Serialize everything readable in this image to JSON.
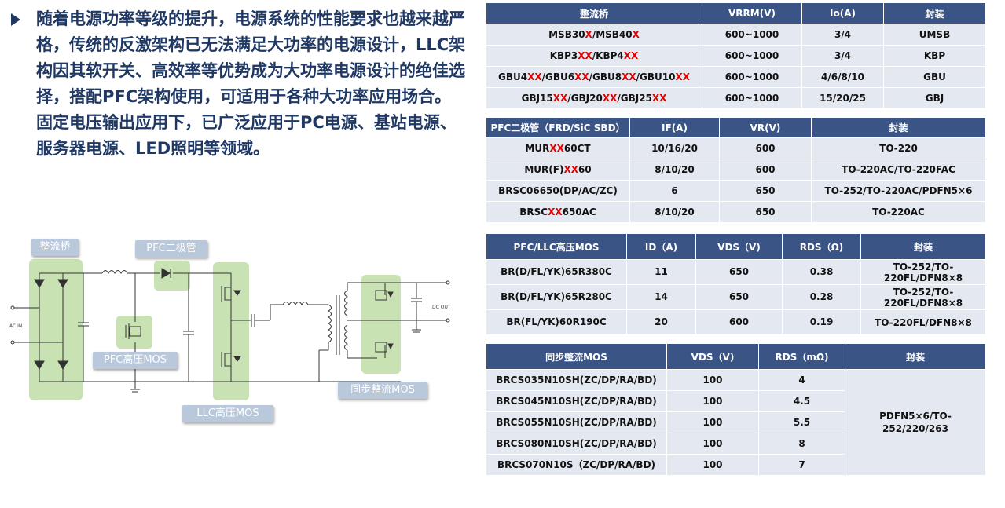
{
  "intro": {
    "bullet_icon": "arrow-right-bullet-icon",
    "paragraph": "随着电源功率等级的提升，电源系统的性能要求也越来越严格，传统的反激架构已无法满足大功率的电源设计，LLC架构因其软开关、高效率等优势成为大功率电源设计的绝佳选择，搭配PFC架构使用，可适用于各种大功率应用场合。固定电压输出应用下，已广泛应用于PC电源、基站电源、服务器电源、LED照明等领域。"
  },
  "diagram": {
    "labels": {
      "bridge": "整流桥",
      "pfc_diode": "PFC二极管",
      "pfc_mos": "PFC高压MOS",
      "llc_mos": "LLC高压MOS",
      "sync_mos": "同步整流MOS",
      "ac_in": "AC IN",
      "dc_out": "DC OUT"
    }
  },
  "colors": {
    "header": "#3a5585",
    "row": "#e4e8f0",
    "highlight": "#e00000",
    "title_text": "#1f3864",
    "block": "#b7d89a"
  },
  "tables": {
    "bridge": {
      "headers": [
        "整流桥",
        "VRRM(V)",
        "Io(A)",
        "封装"
      ],
      "rows": [
        {
          "part": [
            {
              "t": "MSB30"
            },
            {
              "t": "X",
              "hl": true
            },
            {
              "t": "/MSB40"
            },
            {
              "t": "X",
              "hl": true
            }
          ],
          "vrrm": "600~1000",
          "io": "3/4",
          "pkg": "UMSB"
        },
        {
          "part": [
            {
              "t": "KBP3"
            },
            {
              "t": "XX",
              "hl": true
            },
            {
              "t": "/KBP4"
            },
            {
              "t": "XX",
              "hl": true
            }
          ],
          "vrrm": "600~1000",
          "io": "3/4",
          "pkg": "KBP"
        },
        {
          "part": [
            {
              "t": "GBU4"
            },
            {
              "t": "XX",
              "hl": true
            },
            {
              "t": "/GBU6"
            },
            {
              "t": "XX",
              "hl": true
            },
            {
              "t": "/GBU8"
            },
            {
              "t": "XX",
              "hl": true
            },
            {
              "t": "/GBU10"
            },
            {
              "t": "XX",
              "hl": true
            }
          ],
          "vrrm": "600~1000",
          "io": "4/6/8/10",
          "pkg": "GBU"
        },
        {
          "part": [
            {
              "t": "GBJ15"
            },
            {
              "t": "XX",
              "hl": true
            },
            {
              "t": "/GBJ20"
            },
            {
              "t": "XX",
              "hl": true
            },
            {
              "t": "/GBJ25"
            },
            {
              "t": "XX",
              "hl": true
            }
          ],
          "vrrm": "600~1000",
          "io": "15/20/25",
          "pkg": "GBJ"
        }
      ]
    },
    "pfc_diode": {
      "headers": [
        "PFC二极管（FRD/SiC SBD）",
        "IF(A)",
        "VR(V)",
        "封装"
      ],
      "rows": [
        {
          "part": [
            {
              "t": "MUR"
            },
            {
              "t": "XX",
              "hl": true
            },
            {
              "t": "60CT"
            }
          ],
          "if": "10/16/20",
          "vr": "600",
          "pkg": "TO-220"
        },
        {
          "part": [
            {
              "t": "MUR(F)"
            },
            {
              "t": "XX",
              "hl": true
            },
            {
              "t": "60"
            }
          ],
          "if": "8/10/20",
          "vr": "600",
          "pkg": "TO-220AC/TO-220FAC"
        },
        {
          "part": [
            {
              "t": "BRSC06650(DP/AC/ZC)"
            }
          ],
          "if": "6",
          "vr": "650",
          "pkg": "TO-252/TO-220AC/PDFN5×6"
        },
        {
          "part": [
            {
              "t": "BRSC"
            },
            {
              "t": "XX",
              "hl": true
            },
            {
              "t": "650AC"
            }
          ],
          "if": "8/10/20",
          "vr": "650",
          "pkg": "TO-220AC"
        }
      ]
    },
    "llc_mos": {
      "headers": [
        "PFC/LLC高压MOS",
        "ID（A)",
        "VDS（V)",
        "RDS（Ω)",
        "封装"
      ],
      "rows": [
        {
          "part": "BR(D/FL/YK)65R380C",
          "id": "11",
          "vds": "650",
          "rds": "0.38",
          "pkg": "TO-252/TO-220FL/DFN8×8"
        },
        {
          "part": "BR(D/FL/YK)65R280C",
          "id": "14",
          "vds": "650",
          "rds": "0.28",
          "pkg": "TO-252/TO-220FL/DFN8×8"
        },
        {
          "part": "BR(FL/YK)60R190C",
          "id": "20",
          "vds": "600",
          "rds": "0.19",
          "pkg": "TO-220FL/DFN8×8"
        }
      ]
    },
    "sync_mos": {
      "headers": [
        "同步整流MOS",
        "VDS（V)",
        "RDS（mΩ)",
        "封装"
      ],
      "rows": [
        {
          "part": "BRCS035N10SH(ZC/DP/RA/BD)",
          "vds": "100",
          "rds": "4"
        },
        {
          "part": "BRCS045N10SH(ZC/DP/RA/BD)",
          "vds": "100",
          "rds": "4.5"
        },
        {
          "part": "BRCS055N10SH(ZC/DP/RA/BD)",
          "vds": "100",
          "rds": "5.5"
        },
        {
          "part": "BRCS080N10SH(ZC/DP/RA/BD)",
          "vds": "100",
          "rds": "8"
        },
        {
          "part": "BRCS070N10S（ZC/DP/RA/BD)",
          "vds": "100",
          "rds": "7"
        }
      ],
      "shared_pkg": "PDFN5×6/TO-252/220/263"
    }
  }
}
